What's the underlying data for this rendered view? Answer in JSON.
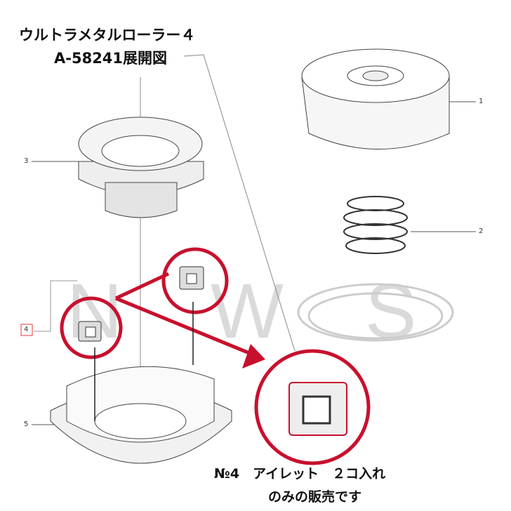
{
  "title": {
    "line1": "ウルトラメタルローラー４",
    "line2": "A-58241展開図"
  },
  "part_labels": [
    "1",
    "2",
    "3",
    "4",
    "5"
  ],
  "watermark": [
    "N",
    "W",
    "S"
  ],
  "caption": {
    "line1": "№4　アイレット　２コ入れ",
    "line2": "のみの販売です"
  },
  "colors": {
    "highlight": "#c8102e",
    "line": "#555555"
  }
}
